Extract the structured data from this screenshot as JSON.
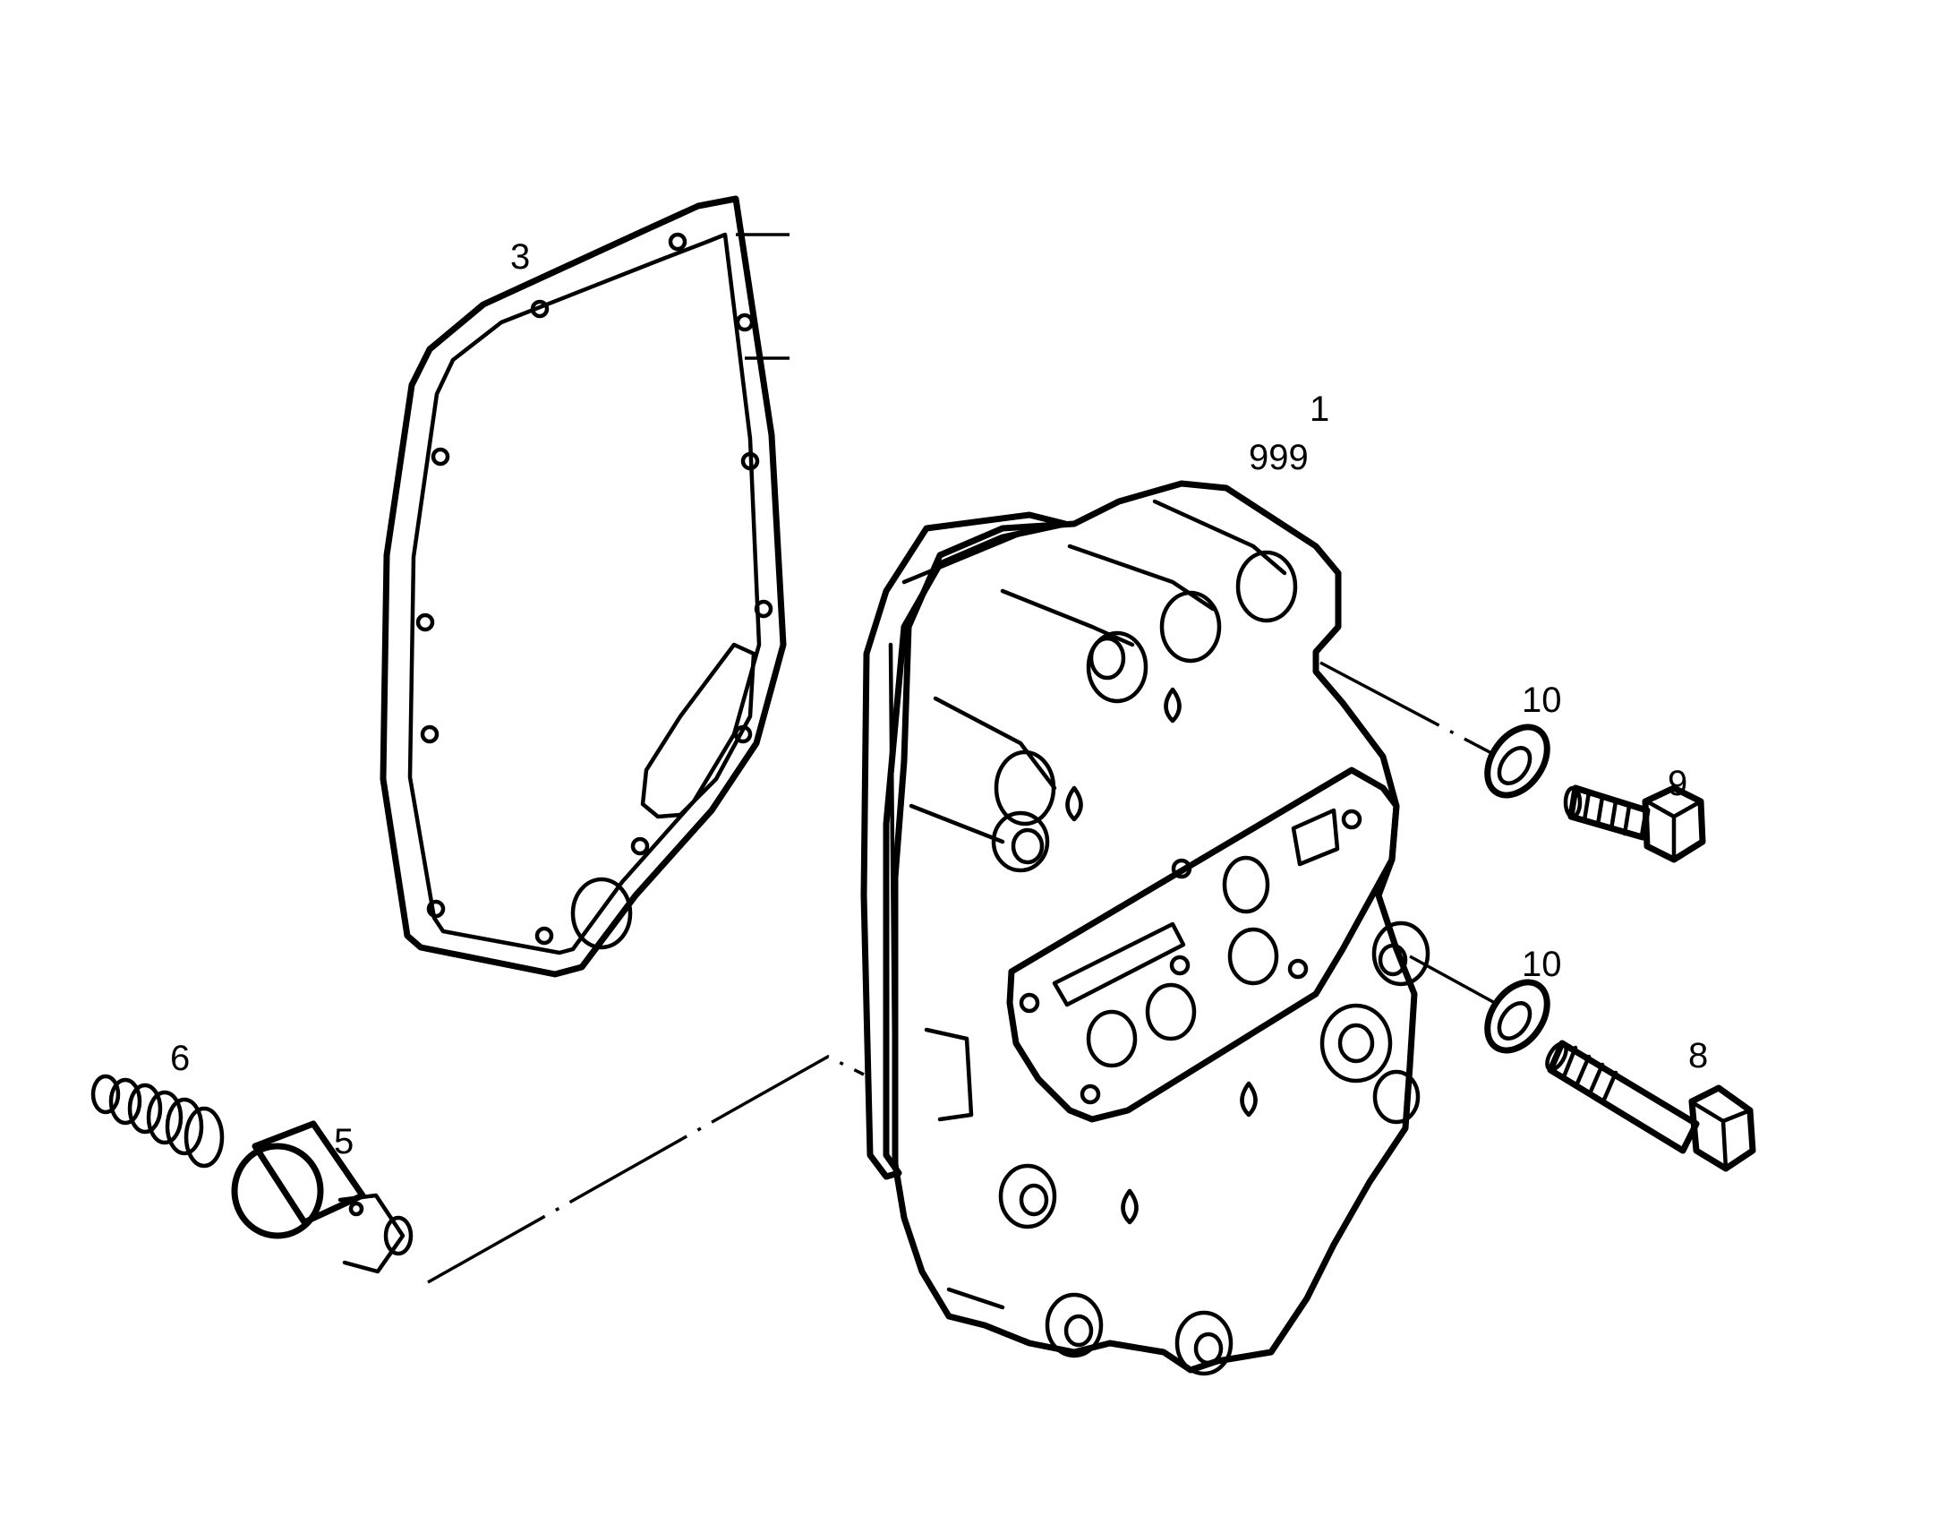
{
  "callouts": {
    "item_1": "1",
    "item_1_code": "999",
    "item_3": "3",
    "item_5": "5",
    "item_6": "6",
    "item_8": "8",
    "item_9": "9",
    "item_10_upper": "10",
    "item_10_lower": "10"
  }
}
